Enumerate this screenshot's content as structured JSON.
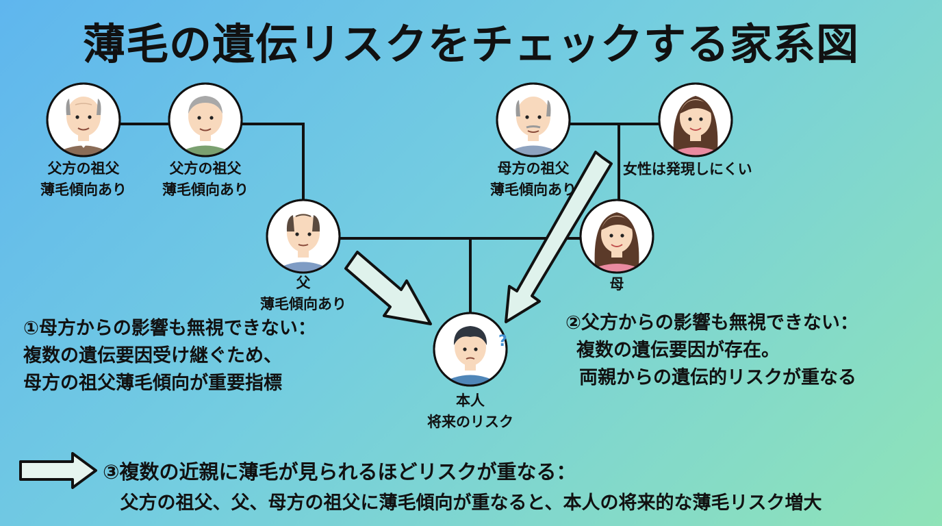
{
  "title": "薄毛の遺伝リスクをチェックする家系図",
  "colors": {
    "line": "#111111",
    "arrow_fill": "#dff2ec",
    "skin": "#f8d9bd",
    "hair_gray": "#9a9a9a",
    "hair_brown": "#5b3a29",
    "hair_dark": "#2f3640"
  },
  "people": {
    "paternal_grandfather_1": {
      "line1": "父方の祖父",
      "line2": "薄毛傾向あり",
      "icon": "elderly-man-icon"
    },
    "paternal_grandfather_2": {
      "line1": "父方の祖父",
      "line2": "薄毛傾向あり",
      "icon": "elderly-man-icon"
    },
    "maternal_grandfather": {
      "line1": "母方の祖父",
      "line2": "薄毛傾向あり",
      "icon": "elderly-man-icon"
    },
    "maternal_grandmother": {
      "line1": "女性は発現しにくい",
      "icon": "woman-icon"
    },
    "father": {
      "line1": "父",
      "line2": "薄毛傾向あり",
      "icon": "middle-aged-man-icon"
    },
    "mother": {
      "line1": "母",
      "icon": "woman-icon"
    },
    "self": {
      "line1": "本人",
      "line2": "将来のリスク",
      "icon": "young-man-icon",
      "mark": "?"
    }
  },
  "notes": {
    "left": {
      "heading": "①母方からの影響も無視できない：",
      "line1": "複数の遺伝要因受け継ぐため、",
      "line2": "母方の祖父薄毛傾向が重要指標"
    },
    "right": {
      "heading": "②父方からの影響も無視できない：",
      "line1": "複数の遺伝要因が存在。",
      "line2": "両親からの遺伝的リスクが重なる"
    },
    "bottom": {
      "heading": "③複数の近親に薄毛が見られるほどリスクが重なる：",
      "body": "父方の祖父、父、母方の祖父に薄毛傾向が重なると、本人の将来的な薄毛リスク増大"
    }
  }
}
